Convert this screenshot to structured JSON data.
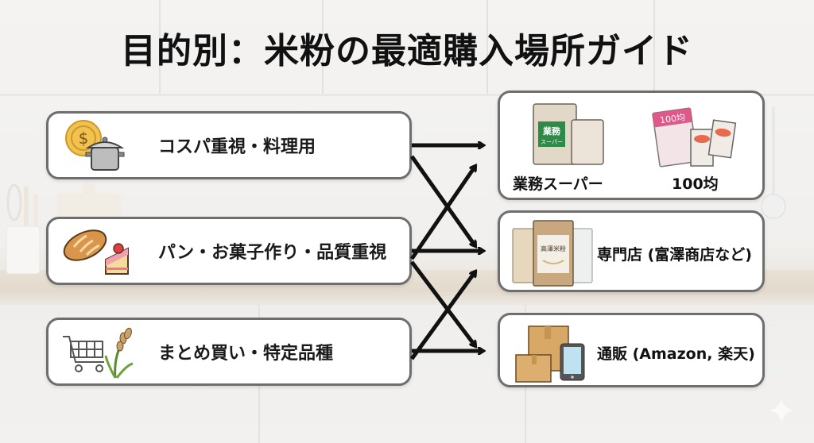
{
  "title": "目的別：米粉の最適購入場所ガイド",
  "purposes": [
    {
      "label": "コスパ重視・料理用",
      "icons": [
        "coin-icon",
        "pot-icon"
      ]
    },
    {
      "label": "パン・お菓子作り・品質重視",
      "icons": [
        "bread-icon",
        "cake-icon"
      ]
    },
    {
      "label": "まとめ買い・特定品種",
      "icons": [
        "shopping-cart-icon",
        "rice-plant-icon"
      ]
    }
  ],
  "stores": [
    {
      "items": [
        {
          "label": "業務スーパー",
          "bag_text_line1": "業務",
          "bag_text_line2": "スーパー"
        },
        {
          "label": "100均",
          "bag_text": "100均"
        }
      ]
    },
    {
      "label": "専門店 (富澤商店など)",
      "bag_text": "高澤米粉"
    },
    {
      "label": "通販 (Amazon, 楽天)"
    }
  ],
  "connections": [
    {
      "from": 0,
      "to": 0
    },
    {
      "from": 0,
      "to": 1
    },
    {
      "from": 1,
      "to": 0
    },
    {
      "from": 1,
      "to": 1
    },
    {
      "from": 1,
      "to": 2
    },
    {
      "from": 2,
      "to": 1
    },
    {
      "from": 2,
      "to": 2
    }
  ],
  "colors": {
    "card_border": "#6e6e6e",
    "arrow": "#111111",
    "coin": "#f2c14e",
    "gyomu_green": "#2e8b47",
    "hyakkin_pink": "#e0588a",
    "box_brown": "#d8a866"
  }
}
